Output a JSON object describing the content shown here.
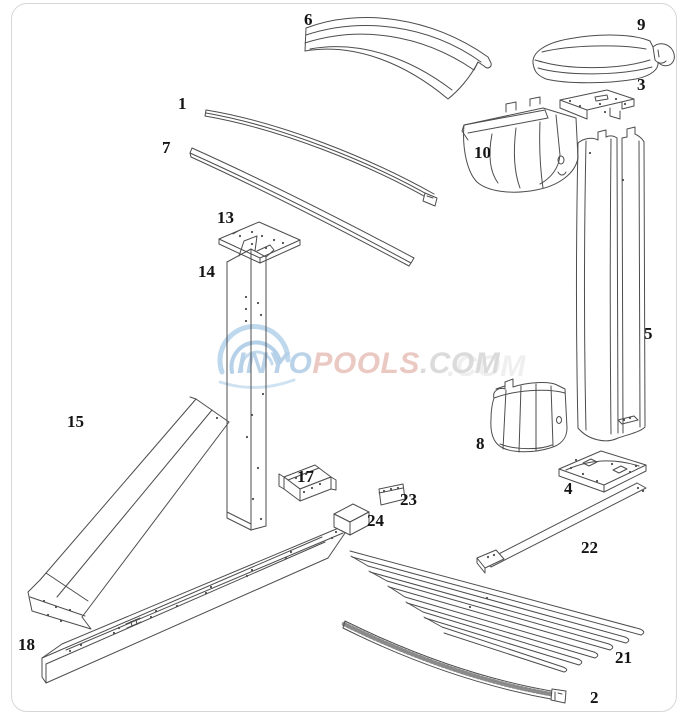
{
  "watermark": {
    "brand_primary": "INYO",
    "brand_secondary": "POOLS",
    "brand_suffix": ".COM",
    "colors": {
      "primary": "#b4cfe7",
      "secondary": "#e9c4bd",
      "suffix": "#d8d8d8",
      "swirl": "#8db9de"
    }
  },
  "style": {
    "line_color": "#4d4d4d",
    "border_color": "#d6d6d6"
  },
  "parts": {
    "p1": "1",
    "p2": "2",
    "p3": "3",
    "p4": "4",
    "p5": "5",
    "p6": "6",
    "p7": "7",
    "p8": "8",
    "p9": "9",
    "p10": "10",
    "p13": "13",
    "p14": "14",
    "p15": "15",
    "p17": "17",
    "p18": "18",
    "p21": "21",
    "p22": "22",
    "p23": "23",
    "p24": "24"
  }
}
